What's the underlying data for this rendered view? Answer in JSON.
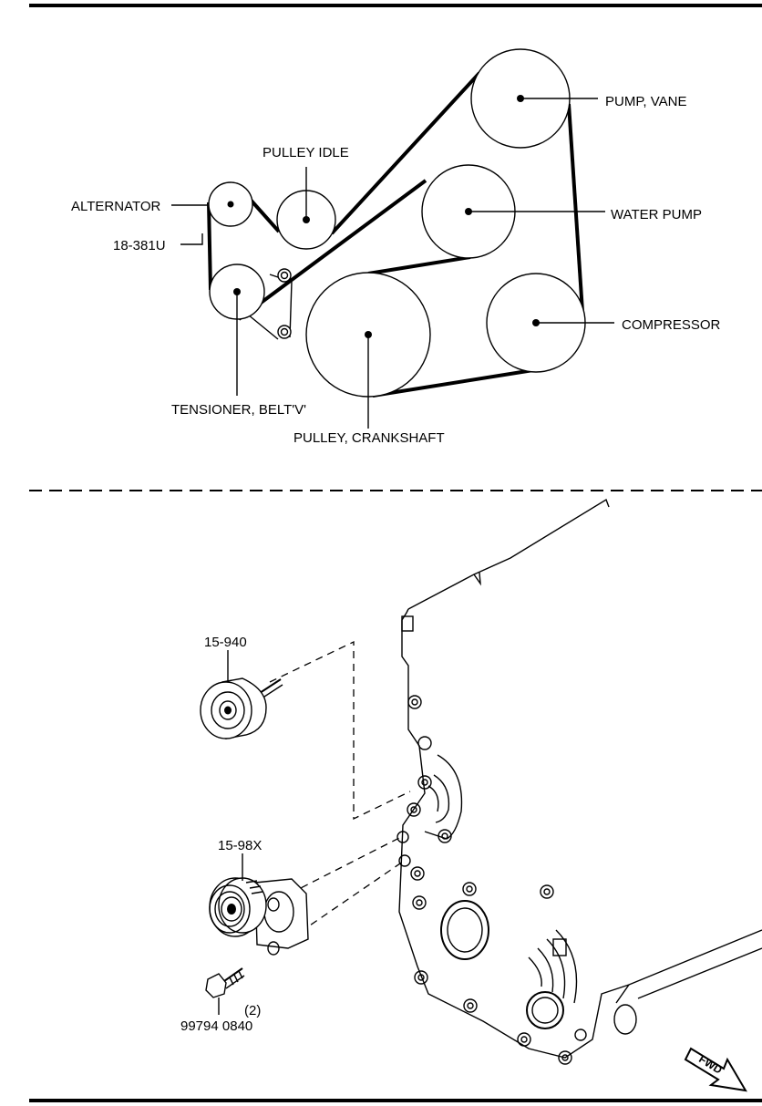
{
  "belt_layout": {
    "labels": {
      "alternator": "ALTERNATOR",
      "belt_part": "18-381U",
      "pulley_idle": "PULLEY IDLE",
      "pump_vane": "PUMP, VANE",
      "water_pump": "WATER PUMP",
      "compressor": "COMPRESSOR",
      "tensioner": "TENSIONER, BELT'V'",
      "crankshaft": "PULLEY, CRANKSHAFT"
    }
  },
  "parts": {
    "idler_pulley": "15-940",
    "tensioner_assembly": "15-98X",
    "bolt_part": "99794 0840",
    "bolt_qty": "(2)",
    "fwd": "FWD"
  }
}
